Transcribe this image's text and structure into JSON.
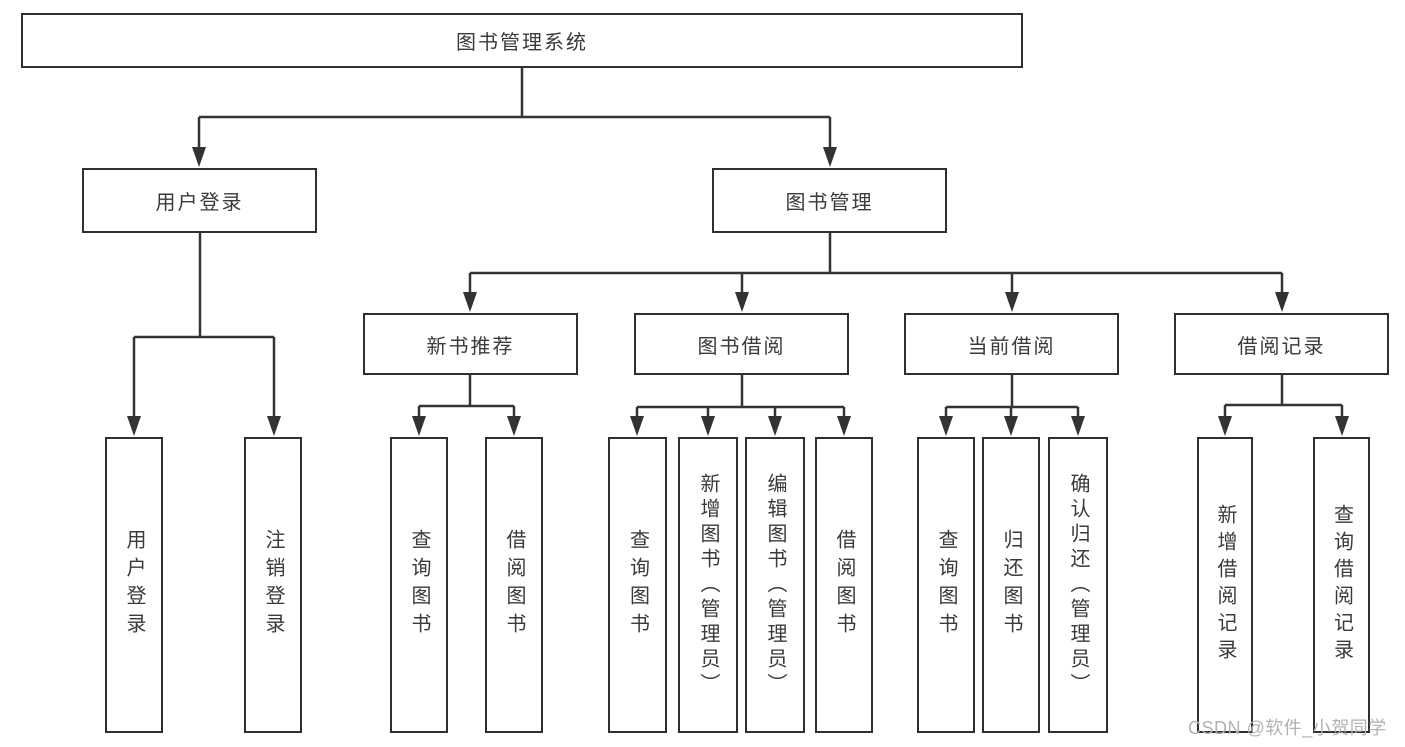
{
  "diagram": {
    "type": "hierarchy-tree",
    "root": {
      "label": "图书管理系统"
    },
    "level2": [
      {
        "id": "user-login",
        "label": "用户登录",
        "parent": "root"
      },
      {
        "id": "book-management",
        "label": "图书管理",
        "parent": "root"
      }
    ],
    "level3": [
      {
        "id": "new-book-recommend",
        "label": "新书推荐",
        "parent": "book-management"
      },
      {
        "id": "book-borrow",
        "label": "图书借阅",
        "parent": "book-management"
      },
      {
        "id": "current-borrow",
        "label": "当前借阅",
        "parent": "book-management"
      },
      {
        "id": "borrow-records",
        "label": "借阅记录",
        "parent": "book-management"
      }
    ],
    "leaves": [
      {
        "parent": "user-login",
        "label": "用户登录"
      },
      {
        "parent": "user-login",
        "label": "注销登录"
      },
      {
        "parent": "new-book-recommend",
        "label": "查询图书"
      },
      {
        "parent": "new-book-recommend",
        "label": "借阅图书"
      },
      {
        "parent": "book-borrow",
        "label": "查询图书"
      },
      {
        "parent": "book-borrow",
        "label": "新增图书（管理员）"
      },
      {
        "parent": "book-borrow",
        "label": "编辑图书（管理员）"
      },
      {
        "parent": "book-borrow",
        "label": "借阅图书"
      },
      {
        "parent": "current-borrow",
        "label": "查询图书"
      },
      {
        "parent": "current-borrow",
        "label": "归还图书"
      },
      {
        "parent": "current-borrow",
        "label": "确认归还（管理员）"
      },
      {
        "parent": "borrow-records",
        "label": "新增借阅记录"
      },
      {
        "parent": "borrow-records",
        "label": "查询借阅记录"
      }
    ]
  },
  "watermark": "CSDN @软件_小贺同学",
  "colors": {
    "line": "#333333",
    "box_border": "#2f2f2f",
    "text": "#3a3a3a",
    "watermark": "#b2b2b6",
    "background": "#ffffff"
  }
}
